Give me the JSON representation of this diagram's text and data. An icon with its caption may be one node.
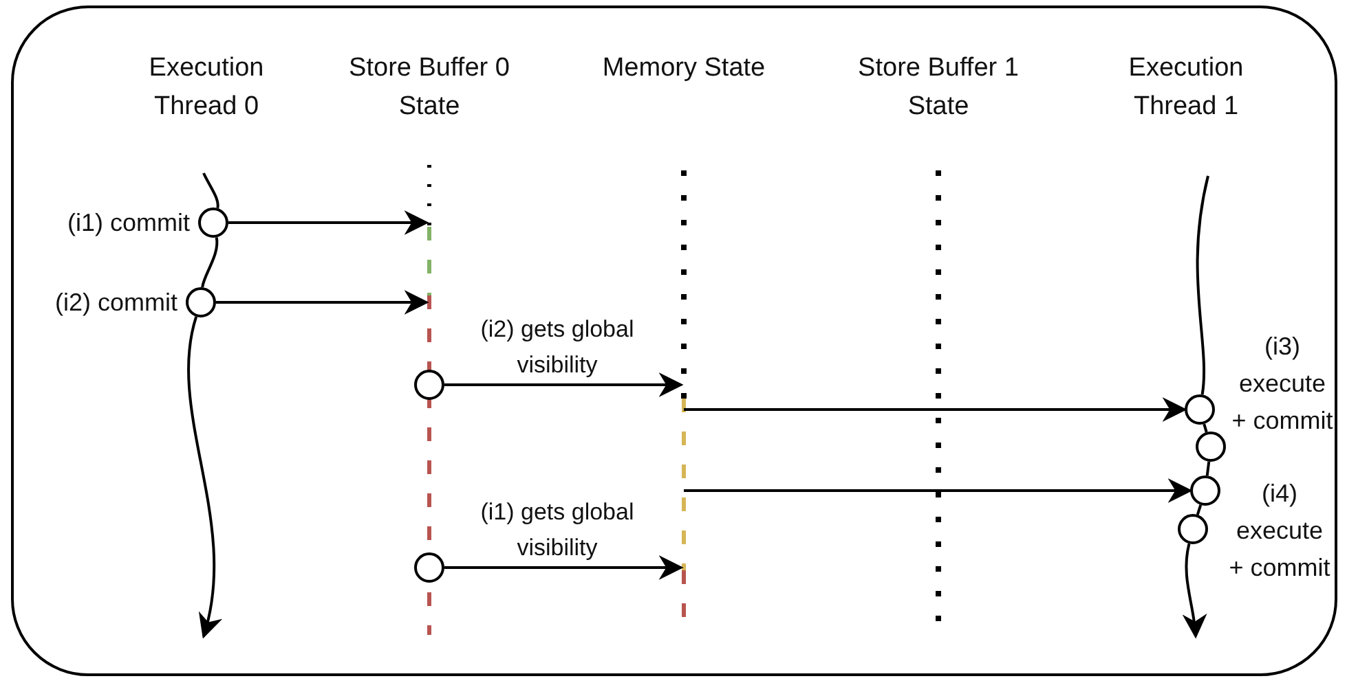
{
  "diagram": {
    "nodes": [
      {
        "text": [
          "(i1) commit"
        ]
      },
      {
        "text": [
          "(i2) commit"
        ]
      },
      {
        "text": [],
        "shape": "circle"
      },
      {
        "text": [],
        "shape": "circle"
      },
      {
        "text": [
          "(i3) execute + commit"
        ]
      },
      {
        "text": [],
        "shape": "circle"
      },
      {
        "text": [
          "(i4) execute + commit"
        ]
      },
      {
        "text": [],
        "shape": "circle"
      }
    ],
    "edges": [
      {
        "from": 0,
        "to": null,
        "arrow": "to"
      },
      {
        "from": 1,
        "to": null,
        "arrow": "to"
      },
      {
        "from": 2,
        "to": null,
        "arrow": "to",
        "label": "(i2) gets global visibility"
      },
      {
        "from": null,
        "to": 4,
        "arrow": "to"
      },
      {
        "from": null,
        "to": 6,
        "arrow": "to"
      },
      {
        "from": 3,
        "to": null,
        "arrow": "to",
        "label": "(i1) gets global visibility"
      },
      {
        "from": 0,
        "to": 1,
        "arrow": "none"
      },
      {
        "from": 4,
        "to": 5,
        "arrow": "none"
      },
      {
        "from": 5,
        "to": 6,
        "arrow": "none"
      },
      {
        "from": 6,
        "to": 7,
        "arrow": "none"
      },
      {
        "from": null,
        "to": 0,
        "arrow": "none"
      },
      {
        "from": 1,
        "to": null,
        "arrow": "to"
      },
      {
        "from": null,
        "to": 4,
        "arrow": "none"
      },
      {
        "from": 7,
        "to": null,
        "arrow": "to"
      }
    ],
    "labels": [
      "Execution Thread 0",
      "Store Buffer 0 State",
      "Memory State",
      "Store Buffer 1 State",
      "Execution Thread 1"
    ]
  }
}
